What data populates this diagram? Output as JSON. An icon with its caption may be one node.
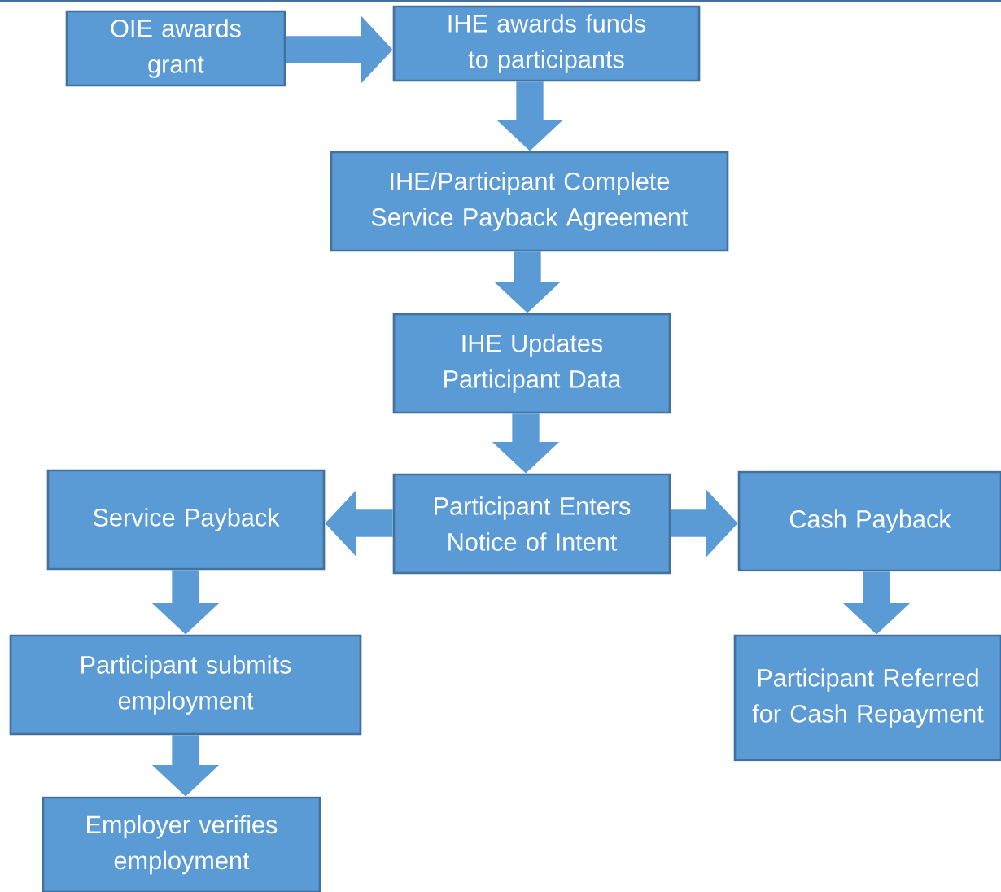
{
  "diagram": {
    "nodes": [
      {
        "text": [
          "OIE awards grant"
        ]
      },
      {
        "text": [
          "IHE awards funds to participants"
        ]
      },
      {
        "text": [
          "IHE/Participant Complete Service Payback Agreement"
        ]
      },
      {
        "text": [
          "IHE Updates Participant Data"
        ]
      },
      {
        "text": [
          "Participant Enters Notice of Intent"
        ]
      },
      {
        "text": [
          "Service Payback"
        ]
      },
      {
        "text": [
          "Cash Payback"
        ]
      },
      {
        "text": [
          "Participant submits employment"
        ]
      },
      {
        "text": [
          "Participant Referred for Cash Repayment"
        ]
      },
      {
        "text": [
          "Employer verifies employment"
        ]
      }
    ],
    "edges": [
      {
        "from": 0,
        "to": 1,
        "arrow": "to"
      },
      {
        "from": 1,
        "to": 2,
        "arrow": "to"
      },
      {
        "from": 2,
        "to": 3,
        "arrow": "to"
      },
      {
        "from": 3,
        "to": 4,
        "arrow": "to"
      },
      {
        "from": 4,
        "to": 5,
        "arrow": "to"
      },
      {
        "from": 4,
        "to": 6,
        "arrow": "to"
      },
      {
        "from": 5,
        "to": 7,
        "arrow": "to"
      },
      {
        "from": 6,
        "to": 8,
        "arrow": "to"
      },
      {
        "from": 7,
        "to": 9,
        "arrow": "to"
      }
    ]
  }
}
